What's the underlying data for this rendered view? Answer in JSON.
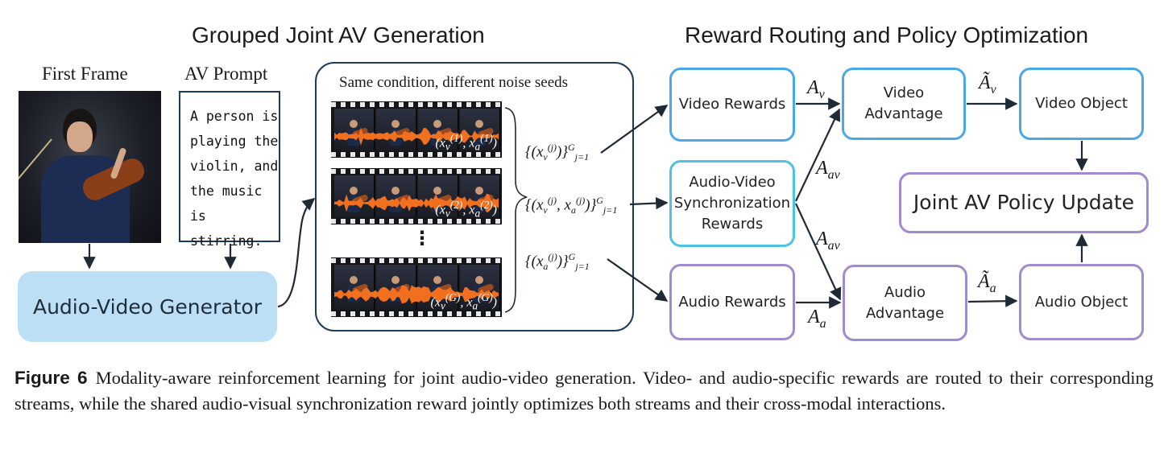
{
  "left": {
    "first_frame_label": "First Frame",
    "av_prompt_label": "AV Prompt",
    "prompt_lines": [
      "A person is",
      "playing the",
      "violin, and",
      "the music",
      "is stirring."
    ],
    "generator_label": "Audio-Video Generator"
  },
  "group": {
    "title": "Grouped Joint AV Generation",
    "subtitle": "Same condition, different noise seeds",
    "ellipsis": "⋮",
    "samples": [
      {
        "v": "x",
        "vsub": "v",
        "vsup": "(1)",
        "a": "x",
        "asub": "a",
        "asup": "(1)"
      },
      {
        "v": "x",
        "vsub": "v",
        "vsup": "(2)",
        "a": "x",
        "asub": "a",
        "asup": "(2)"
      },
      {
        "v": "x",
        "vsub": "v",
        "vsup": "(G)",
        "a": "x",
        "asub": "a",
        "asup": "(G)"
      }
    ],
    "sets": [
      {
        "body": "x",
        "sub": "v",
        "sup": "(j)",
        "range_sup": "G",
        "range_sub": "j=1"
      },
      {
        "body": "x",
        "sub": "v",
        "sup": "(j)",
        "body2": "x",
        "sub2": "a",
        "sup2": "(j)",
        "range_sup": "G",
        "range_sub": "j=1"
      },
      {
        "body": "x",
        "sub": "a",
        "sup": "(j)",
        "range_sup": "G",
        "range_sub": "j=1"
      }
    ]
  },
  "routing": {
    "title": "Reward Routing and Policy Optimization",
    "video_rewards": "Video Rewards",
    "sync_rewards_lines": [
      "Audio-Video",
      "Synchronization",
      "Rewards"
    ],
    "audio_rewards": "Audio Rewards",
    "video_advantage_lines": [
      "Video",
      "Advantage"
    ],
    "audio_advantage_lines": [
      "Audio",
      "Advantage"
    ],
    "video_object": "Video Object",
    "audio_object": "Audio Object",
    "policy_update": "Joint AV Policy Update",
    "labels": {
      "A": "A",
      "v": "v",
      "a": "a",
      "av": "av",
      "Atilde": "Ã"
    }
  },
  "caption": {
    "figure": "Figure 6",
    "text": "Modality-aware reinforcement learning for joint audio-video generation. Video- and audio-specific rewards are routed to their corresponding streams, while the shared audio-visual synchronization reward jointly optimizes both streams and their cross-modal interactions."
  },
  "colors": {
    "blue": "#4aa8e8",
    "teal": "#4cc3e2",
    "purple": "#a08ad2",
    "generator_fill": "#bcdff6",
    "waveform": "#f07020",
    "dark": "#1f3b57"
  }
}
